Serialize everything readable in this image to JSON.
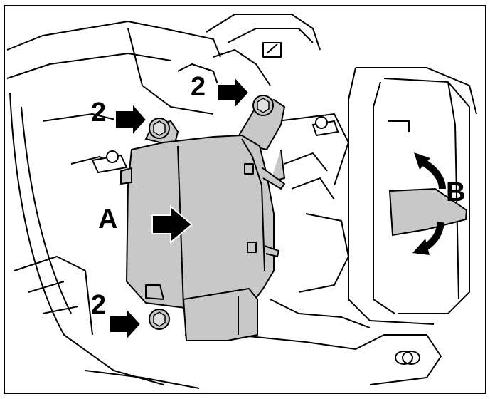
{
  "labels": {
    "bolt_top_left": "2",
    "bolt_top_right": "2",
    "bolt_bottom": "2",
    "actuator": "A",
    "flap": "B"
  },
  "colors": {
    "line": "#000000",
    "actuator_fill": "#c8c8c8",
    "flap_fill": "#c8c8c8",
    "background": "#ffffff"
  }
}
